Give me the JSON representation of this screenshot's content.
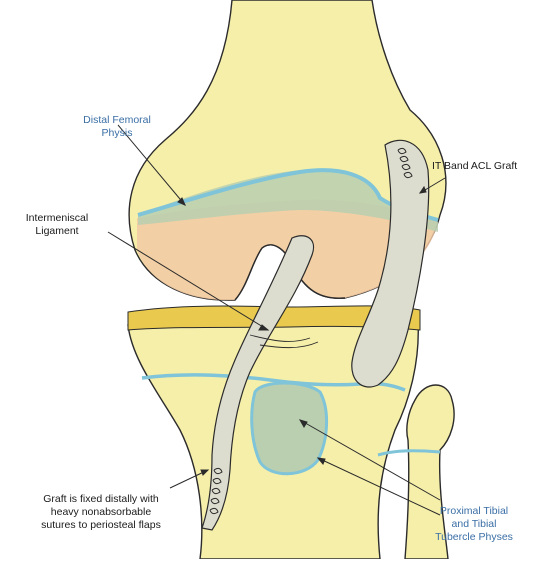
{
  "labels": {
    "distal_femoral_physis": [
      "Distal Femoral",
      "Physis"
    ],
    "it_band_acl_graft": "IT Band ACL Graft",
    "intermeniscal_ligament": [
      "Intermeniscal",
      "Ligament"
    ],
    "graft_fixed": [
      "Graft is fixed distally with",
      "heavy nonabsorbable",
      "sutures to periosteal flaps"
    ],
    "proximal_tibial": [
      "Proximal Tibial",
      "and Tibial",
      "Tubercle Physes"
    ]
  },
  "colors": {
    "bone": "#f6efaa",
    "bone_outline": "#2b2b2b",
    "cartilage": "#f2c9a4",
    "physis": "#7fc4d8",
    "physis_fill": "#b9cfb0",
    "meniscus": "#e9c94e",
    "graft": "#dcdccf",
    "graft_dark": "#9e9e92",
    "label_blue": "#3a6ea5",
    "label_dark": "#1a1a1a"
  }
}
